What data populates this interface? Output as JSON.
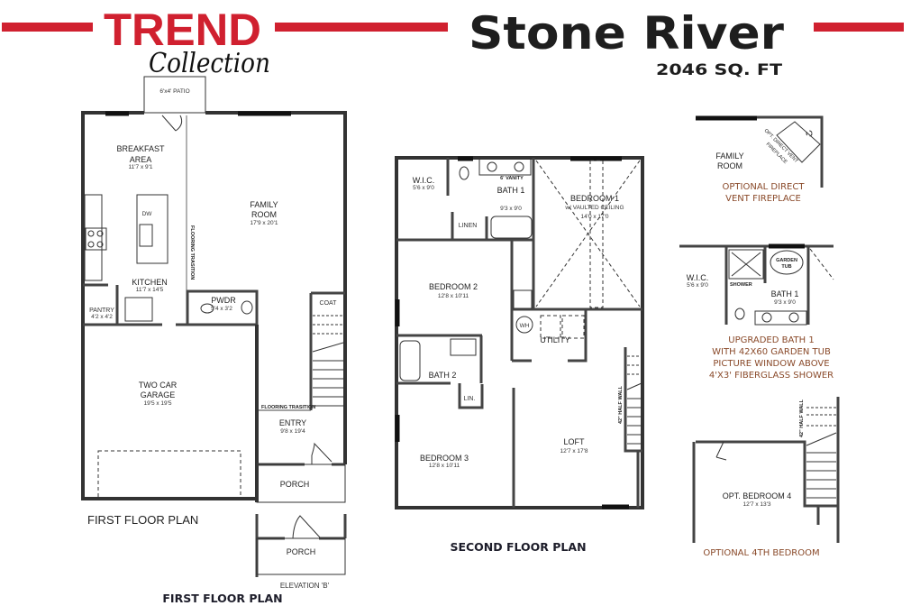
{
  "header": {
    "brand_top": "TREND",
    "brand_bottom": "Collection",
    "title": "Stone River",
    "area": "2046 SQ. FT",
    "accent_color": "#d0202f"
  },
  "first_floor": {
    "patio": "6'x4' PATIO",
    "breakfast_1": "BREAKFAST",
    "breakfast_2": "AREA",
    "breakfast_dim": "11'7 x 9'1",
    "family_1": "FAMILY",
    "family_2": "ROOM",
    "family_dim": "17'9 x 20'1",
    "flooring_transition_v": "FLOORING TRASITION",
    "dw": "DW",
    "kitchen": "KITCHEN",
    "kitchen_dim": "11'7 x 14'5",
    "pantry": "PANTRY",
    "pantry_dim": "4'2 x 4'2",
    "pwdr": "PWDR",
    "pwdr_dim": "5'4 x 3'2",
    "coat": "COAT",
    "garage_1": "TWO CAR",
    "garage_2": "GARAGE",
    "garage_dim": "19'5 x 19'5",
    "flooring_transition_h": "FLOORING TRASITION",
    "entry": "ENTRY",
    "entry_dim": "9'8 x 19'4",
    "porch": "PORCH",
    "plan_label_plain": "FIRST FLOOR PLAN",
    "porch_b": "PORCH",
    "elevation_b": "ELEVATION 'B'",
    "caption": "FIRST FLOOR PLAN"
  },
  "second_floor": {
    "wic": "W.I.C.",
    "wic_dim": "5'6 x 9'0",
    "vanity": "6' VANITY",
    "bath1": "BATH 1",
    "bath1_dim": "9'3 x 9'0",
    "linen": "LINEN",
    "bed1": "BEDROOM 1",
    "bed1_note": "w/ VAULTED CEILING",
    "bed1_dim": "14'0 x 17'0",
    "bed2": "BEDROOM 2",
    "bed2_dim": "12'8 x 10'11",
    "wh": "WH",
    "utility": "UTILITY",
    "bath2": "BATH 2",
    "lin": "LIN.",
    "half_wall": "42\" HALF WALL",
    "bed3": "BEDROOM 3",
    "bed3_dim": "12'8 x 10'11",
    "loft": "LOFT",
    "loft_dim": "12'7 x 17'8",
    "caption": "SECOND FLOOR PLAN"
  },
  "options": {
    "fireplace": {
      "room_1": "FAMILY",
      "room_2": "ROOM",
      "note_1": "OPT. DIRECT VENT",
      "note_2": "FIREPLACE",
      "caption_1": "OPTIONAL DIRECT",
      "caption_2": "VENT FIREPLACE"
    },
    "bath": {
      "wic": "W.I.C.",
      "wic_dim": "5'6 x 9'0",
      "shower": "SHOWER",
      "tub_1": "GARDEN",
      "tub_2": "TUB",
      "bath1": "BATH 1",
      "bath1_dim": "9'3 x 9'0",
      "caption_1": "UPGRADED BATH 1",
      "caption_2": "WITH 42X60 GARDEN TUB",
      "caption_3": "PICTURE WINDOW ABOVE",
      "caption_4": "4'X3' FIBERGLASS SHOWER"
    },
    "bedroom4": {
      "half_wall": "42\" HALF WALL",
      "room": "OPT. BEDROOM 4",
      "dim": "12'7 x 13'3",
      "caption": "OPTIONAL 4TH BEDROOM"
    }
  }
}
